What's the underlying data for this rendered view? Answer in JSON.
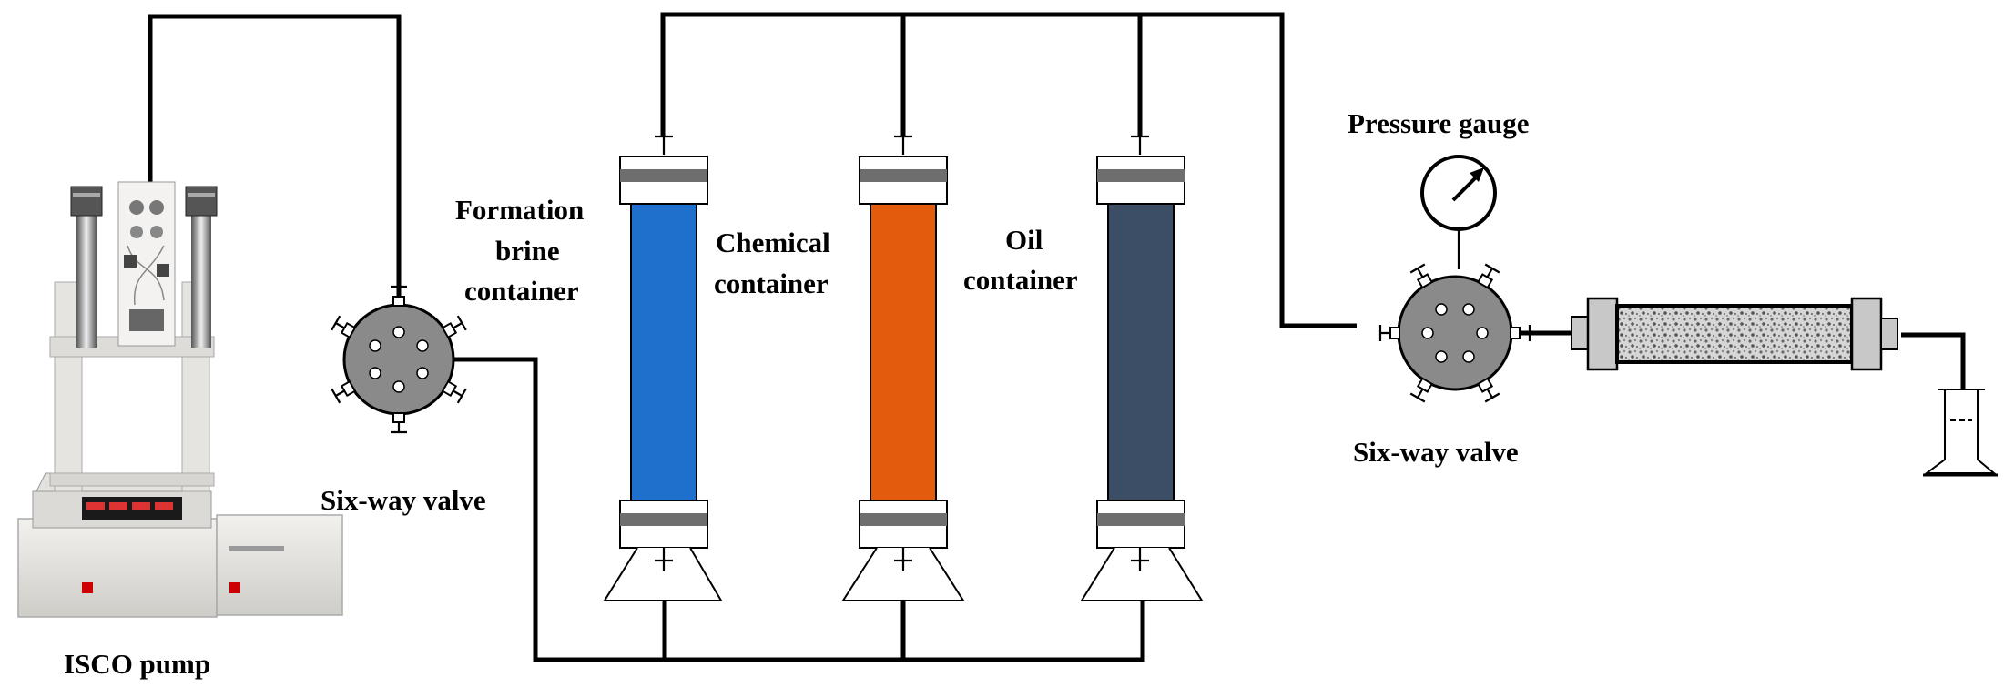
{
  "labels": {
    "isco_pump": "ISCO pump",
    "six_way_valve_left": "Six-way valve",
    "formation_brine_line1": "Formation",
    "formation_brine_line2": "brine",
    "formation_brine_line3": "container",
    "chemical_line1": "Chemical",
    "chemical_line2": "container",
    "oil_line1": "Oil",
    "oil_line2": "container",
    "pressure_gauge": "Pressure gauge",
    "six_way_valve_right": "Six-way valve"
  },
  "colors": {
    "brine_fill": "#1f6fcc",
    "chemical_fill": "#e35b0c",
    "oil_fill": "#3b4e66",
    "pipe": "#000000",
    "pump_body": "#e6e4e0"
  },
  "icons": {
    "pump": "isco-pump-icon",
    "valve": "six-way-valve-icon",
    "gauge": "pressure-gauge-icon",
    "core": "core-holder-icon",
    "cylinder": "graduated-cylinder-icon"
  }
}
